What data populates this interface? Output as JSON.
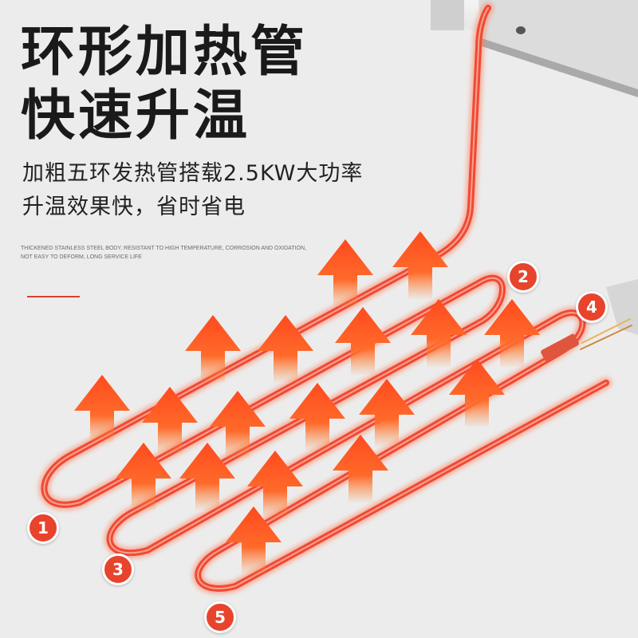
{
  "headline": {
    "line1": "环形加热管",
    "line2": "快速升温"
  },
  "description": {
    "line1": "加粗五环发热管搭载2.5KW大功率",
    "line2": "升温效果快，省时省电"
  },
  "english_note": {
    "line1": "THICKENED STAINLESS STEEL BODY, RESISTANT TO HIGH TEMPERATURE, CORROSION AND OXIDATION,",
    "line2": "NOT EASY TO DEFORM, LONG SERVICE LIFE"
  },
  "badges": [
    "1",
    "2",
    "3",
    "4",
    "5"
  ],
  "colors": {
    "tube": "#f0503a",
    "arrow": "#f4501e",
    "badge": "#e8442d",
    "accent_line": "#d9402f"
  }
}
